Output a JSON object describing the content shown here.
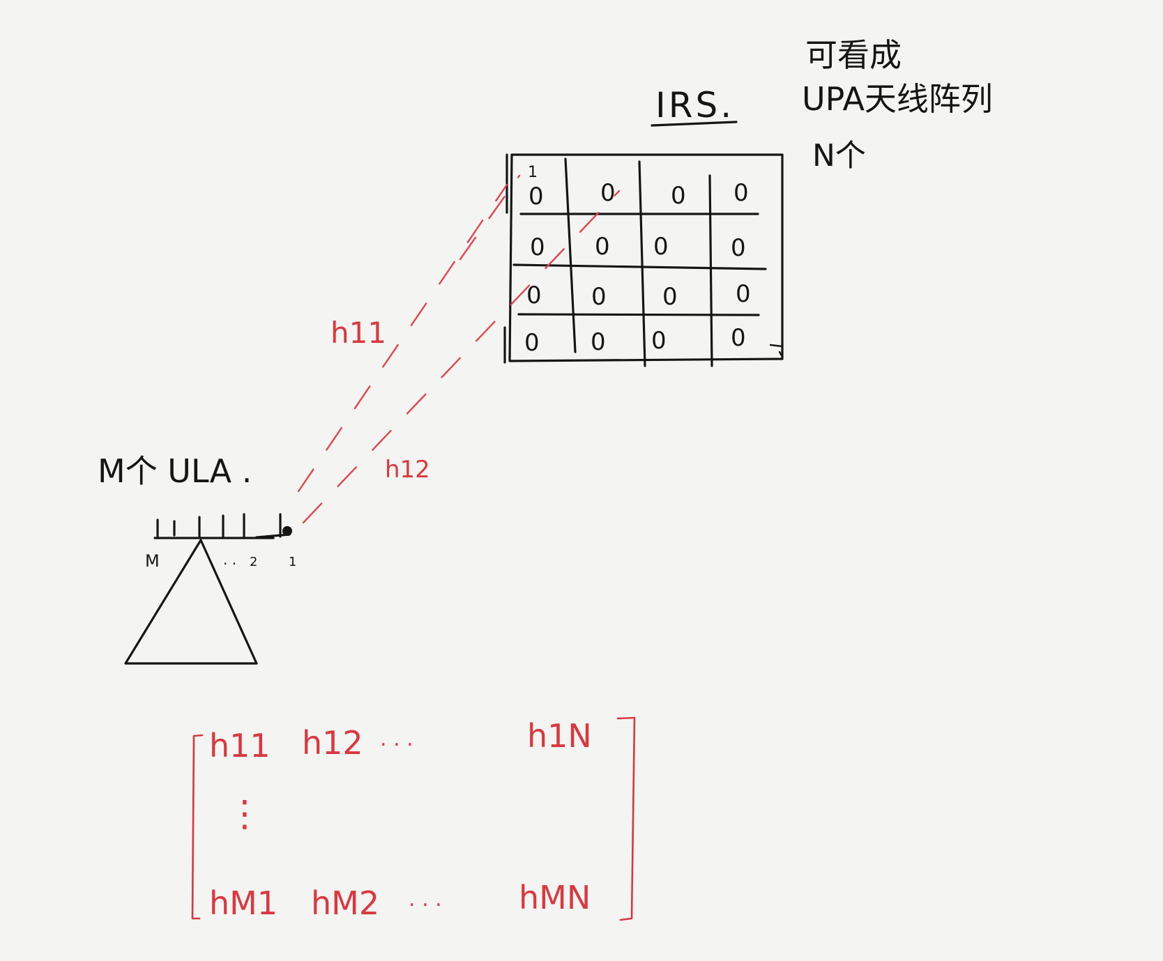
{
  "colors": {
    "ink": "#151515",
    "red": "#d9383f",
    "paper": "#f4f4f2"
  },
  "irs": {
    "label": "IRS.",
    "note_line1": "可看成",
    "note_line2": "UPA天线阵列",
    "count_label": "N个",
    "element_glyph": "0",
    "first_index": "1"
  },
  "ula": {
    "label": "M个 ULA .",
    "index_left": "M",
    "index_dots": ". .",
    "index_2": "2",
    "index_1": "1"
  },
  "channels": {
    "h11": "h11",
    "h12": "h12"
  },
  "matrix": {
    "row1": [
      "h11",
      "h12",
      ". . .",
      "h1N"
    ],
    "vdots": "⋮",
    "rowM": [
      "hM1",
      "hM2",
      ". . .",
      "hMN"
    ]
  }
}
